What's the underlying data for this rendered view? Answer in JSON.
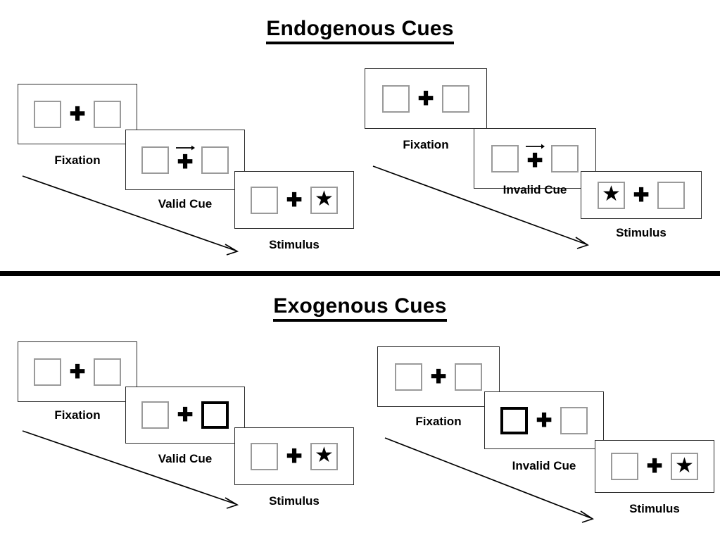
{
  "figure": {
    "sections": [
      {
        "id": "endogenous",
        "title": "Endogenous Cues",
        "cue_type": "arrow",
        "sequences": [
          {
            "id": "endogenous-valid",
            "condition": "valid",
            "frames": [
              {
                "label": "Fixation",
                "left_box": "empty",
                "right_box": "empty",
                "center": "plus",
                "arrow": "none",
                "cued_side": "none",
                "target_side": "none"
              },
              {
                "label": "Valid Cue",
                "left_box": "empty",
                "right_box": "empty",
                "center": "plus",
                "arrow": "right",
                "cued_side": "right",
                "target_side": "none"
              },
              {
                "label": "Stimulus",
                "left_box": "empty",
                "right_box": "star",
                "center": "plus",
                "arrow": "none",
                "cued_side": "none",
                "target_side": "right"
              }
            ]
          },
          {
            "id": "endogenous-invalid",
            "condition": "invalid",
            "frames": [
              {
                "label": "Fixation",
                "left_box": "empty",
                "right_box": "empty",
                "center": "plus",
                "arrow": "none",
                "cued_side": "none",
                "target_side": "none"
              },
              {
                "label": "Invalid Cue",
                "left_box": "empty",
                "right_box": "empty",
                "center": "plus",
                "arrow": "right",
                "cued_side": "right",
                "target_side": "none"
              },
              {
                "label": "Stimulus",
                "left_box": "star",
                "right_box": "empty",
                "center": "plus",
                "arrow": "none",
                "cued_side": "none",
                "target_side": "left"
              }
            ]
          }
        ]
      },
      {
        "id": "exogenous",
        "title": "Exogenous Cues",
        "cue_type": "box-flash",
        "sequences": [
          {
            "id": "exogenous-valid",
            "condition": "valid",
            "frames": [
              {
                "label": "Fixation",
                "left_box": "empty",
                "right_box": "empty",
                "center": "plus",
                "arrow": "none",
                "cued_side": "none",
                "target_side": "none"
              },
              {
                "label": "Valid Cue",
                "left_box": "empty",
                "right_box": "cued",
                "center": "plus",
                "arrow": "none",
                "cued_side": "right",
                "target_side": "none"
              },
              {
                "label": "Stimulus",
                "left_box": "empty",
                "right_box": "star",
                "center": "plus",
                "arrow": "none",
                "cued_side": "none",
                "target_side": "right"
              }
            ]
          },
          {
            "id": "exogenous-invalid",
            "condition": "invalid",
            "frames": [
              {
                "label": "Fixation",
                "left_box": "empty",
                "right_box": "empty",
                "center": "plus",
                "arrow": "none",
                "cued_side": "none",
                "target_side": "none"
              },
              {
                "label": "Invalid Cue",
                "left_box": "cued",
                "right_box": "empty",
                "center": "plus",
                "arrow": "none",
                "cued_side": "left",
                "target_side": "none"
              },
              {
                "label": "Stimulus",
                "left_box": "empty",
                "right_box": "star",
                "center": "plus",
                "arrow": "none",
                "cued_side": "none",
                "target_side": "right"
              }
            ]
          }
        ]
      }
    ],
    "glyphs": {
      "plus": "✚",
      "star": "★",
      "cue_arrow": "right-arrow"
    },
    "colors": {
      "ink": "#000000",
      "panel_border": "#2b2b2b",
      "box_border": "#9a9a9a",
      "cued_box_border": "#000000",
      "background": "#ffffff"
    },
    "time_arrows_count": 4
  }
}
